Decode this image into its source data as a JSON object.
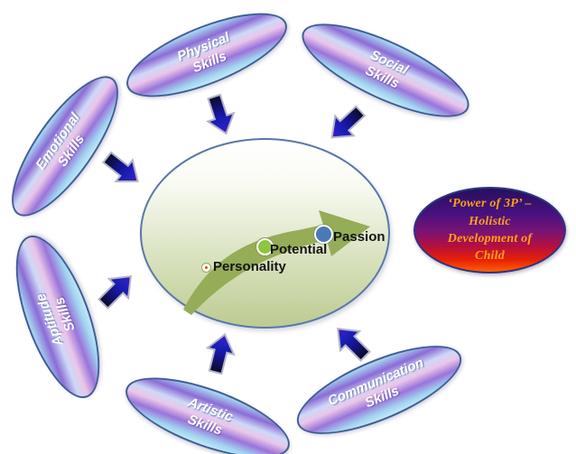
{
  "diagram": {
    "skills": [
      {
        "id": "physical",
        "line1": "Physical",
        "line2": "Skills"
      },
      {
        "id": "social",
        "line1": "Social",
        "line2": "Skills"
      },
      {
        "id": "emotional",
        "line1": "Emotional",
        "line2": "Skills"
      },
      {
        "id": "aptitude",
        "line1": "Aptitude",
        "line2": "Skills"
      },
      {
        "id": "artistic",
        "line1": "Artistic",
        "line2": "Skills"
      },
      {
        "id": "communication",
        "line1": "Communication",
        "line2": "Skills"
      }
    ],
    "center": {
      "points": [
        {
          "label": "Personality",
          "marker_color": "#ffffff",
          "dot_color": "#d4500f"
        },
        {
          "label": "Potential",
          "marker_color": "#8cc63e"
        },
        {
          "label": "Passion",
          "marker_color": "#4a7ab5"
        }
      ],
      "growth_arrow_color": "#95ad57"
    },
    "power": {
      "text": "‘Power of 3P’ –\nHolistic\nDevelopment of\nChild",
      "text_color": "#ffa019"
    },
    "colors": {
      "skill_border": "#3d5e94",
      "skill_gradient": [
        "#aadcf2",
        "#8b6cd6",
        "#cdd9f6",
        "#eac6e9",
        "#9a74da",
        "#a0d4f0"
      ],
      "arrow_gradient": [
        "#0b0b24",
        "#15159a",
        "#2222c4",
        "#8812a8"
      ],
      "arrow_stroke": "#b2b6c6",
      "center_border": "#5878a8",
      "center_gradient": [
        "#ffffff",
        "#bccb94"
      ],
      "power_gradient": [
        "#26105e",
        "#47117f",
        "#7a1374",
        "#b80f3c",
        "#e82106",
        "#ff6000"
      ],
      "power_border": "#2a3580",
      "background": "#ffffff"
    }
  }
}
